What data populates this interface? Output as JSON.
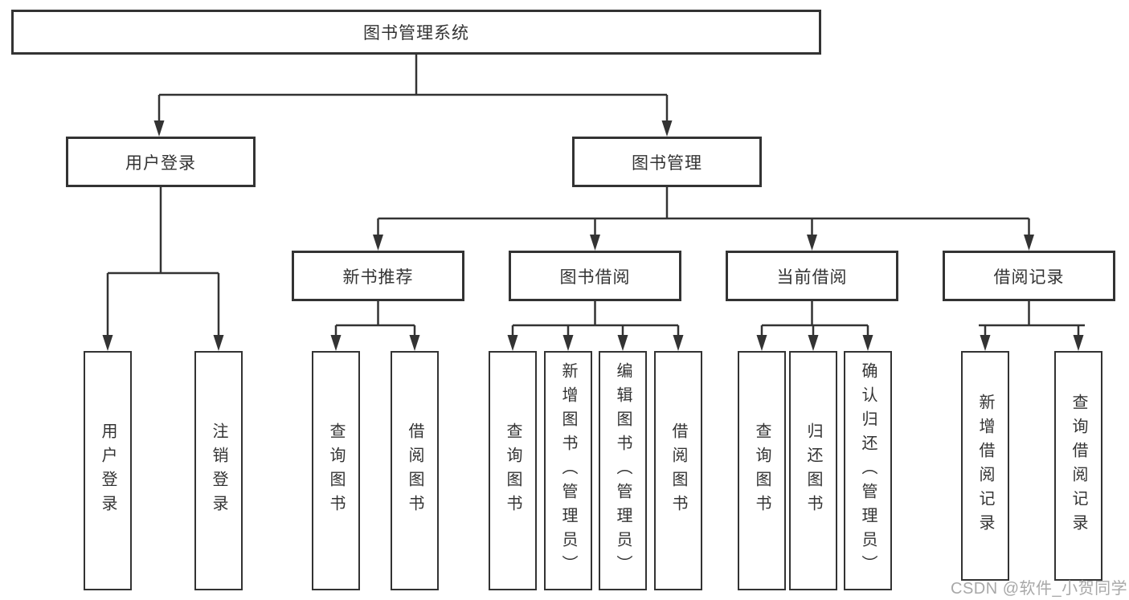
{
  "diagram": {
    "root": {
      "label": "图书管理系统"
    },
    "branches": [
      {
        "label": "用户登录",
        "children": [
          {
            "label": "用户登录"
          },
          {
            "label": "注销登录"
          }
        ]
      },
      {
        "label": "图书管理",
        "children": [
          {
            "label": "新书推荐",
            "children": [
              {
                "label": "查询图书"
              },
              {
                "label": "借阅图书"
              }
            ]
          },
          {
            "label": "图书借阅",
            "children": [
              {
                "label": "查询图书"
              },
              {
                "label": "新增图书（管理员）"
              },
              {
                "label": "编辑图书（管理员）"
              },
              {
                "label": "借阅图书"
              }
            ]
          },
          {
            "label": "当前借阅",
            "children": [
              {
                "label": "查询图书"
              },
              {
                "label": "归还图书"
              },
              {
                "label": "确认归还（管理员）"
              }
            ]
          },
          {
            "label": "借阅记录",
            "children": [
              {
                "label": "新增借阅记录"
              },
              {
                "label": "查询借阅记录"
              }
            ]
          }
        ]
      }
    ]
  },
  "watermark": {
    "label": "CSDN @软件_小贺同学",
    "color": "#a8a8a8"
  },
  "colors": {
    "line": "#333333",
    "text": "#333333",
    "background": "#ffffff"
  }
}
